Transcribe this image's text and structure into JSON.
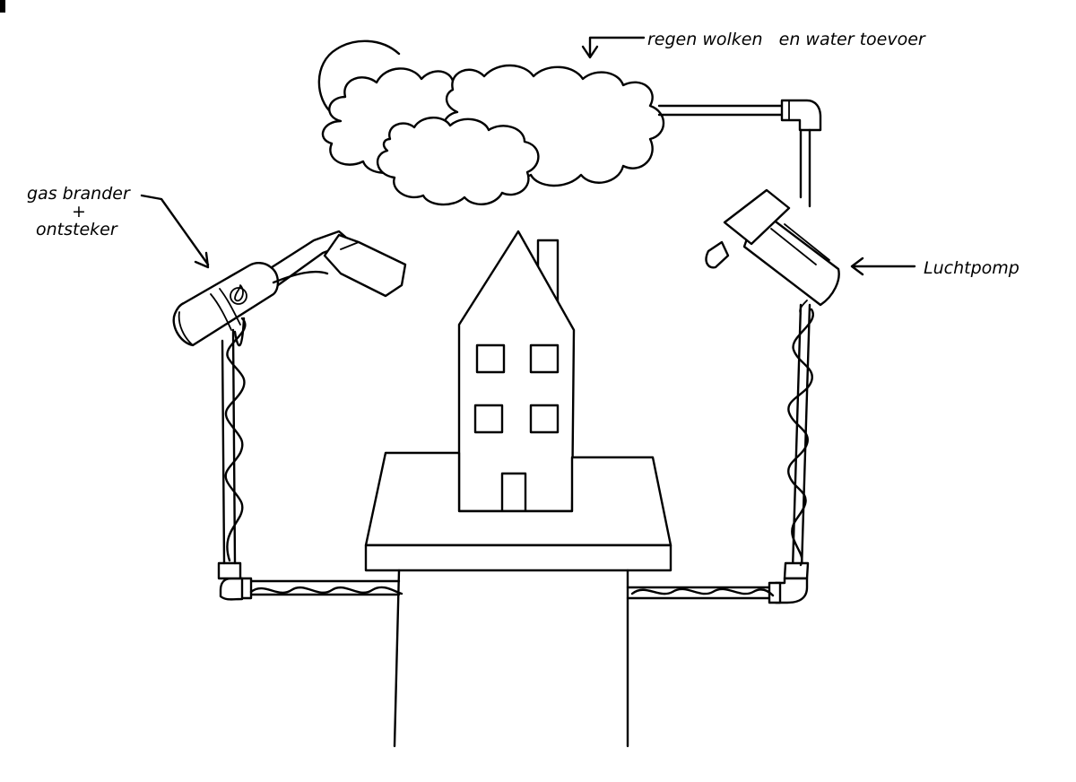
{
  "labels": {
    "clouds": "regen wolken   en water toevoer",
    "burner_line1": "gas brander",
    "burner_line2": "+",
    "burner_line3": "ontsteker",
    "pump": "Luchtpomp"
  },
  "icons": {
    "burner": "flame-icon",
    "arrow": "arrow-icon"
  },
  "colors": {
    "ink": "#000000",
    "paper": "#ffffff"
  }
}
